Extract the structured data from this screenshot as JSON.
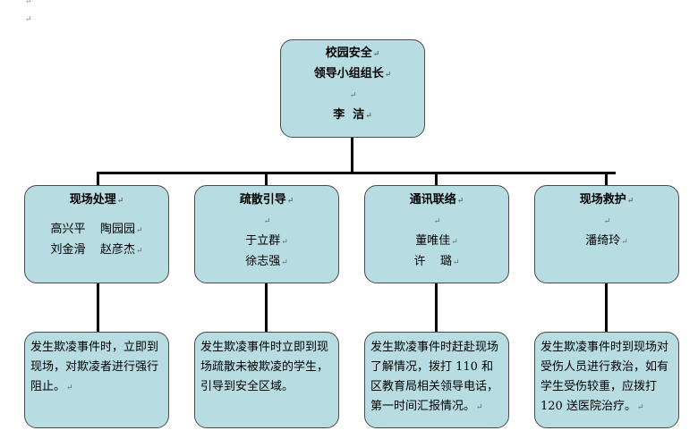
{
  "para_mark": "↵",
  "leader": {
    "title": "校园安全",
    "subtitle": "领导小组组长",
    "name": "李  洁"
  },
  "groups": [
    {
      "title": "现场处理",
      "members": [
        "高兴平    陶园园",
        "刘金滑    赵彦杰"
      ],
      "duty": "发生欺凌事件时，立即到现场，对欺凌者进行强行阻止。"
    },
    {
      "title": "疏散引导",
      "members": [
        "于立群",
        "徐志强"
      ],
      "duty": "发生欺凌事件时立即到现场疏散未被欺凌的学生，引导到安全区域。"
    },
    {
      "title": "通讯联络",
      "members": [
        "董唯佳",
        "许    璐"
      ],
      "duty": "发生欺凌事件时赶赴现场了解情况，拨打 110 和区教育局相关领导电话，第一时间汇报情况。"
    },
    {
      "title": "现场救护",
      "members": [
        "潘绮玲"
      ],
      "duty": "发生欺凌事件时到现场对受伤人员进行救治，如有学生受伤较重，应拨打 120 送医院治疗。"
    }
  ]
}
